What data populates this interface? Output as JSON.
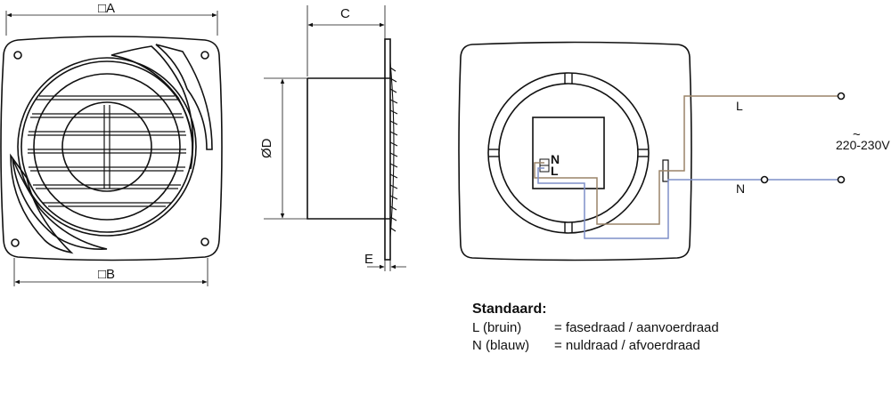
{
  "front_view": {
    "dim_a": "□A",
    "dim_b": "□B"
  },
  "side_view": {
    "dim_c": "C",
    "dim_d": "ØD",
    "dim_e": "E"
  },
  "wiring": {
    "terminal_n": "N",
    "terminal_l": "L",
    "wire_l": "L",
    "wire_n": "N",
    "supply_symbol": "~",
    "voltage": "220-230V",
    "colors": {
      "brown": "#9a8468",
      "blue": "#7f8fc9",
      "line": "#111111"
    }
  },
  "legend": {
    "title": "Standaard:",
    "rows": [
      {
        "key": "L (bruin)",
        "value": "= fasedraad / aanvoerdraad"
      },
      {
        "key": "N (blauw)",
        "value": "= nuldraad / afvoerdraad"
      }
    ]
  }
}
